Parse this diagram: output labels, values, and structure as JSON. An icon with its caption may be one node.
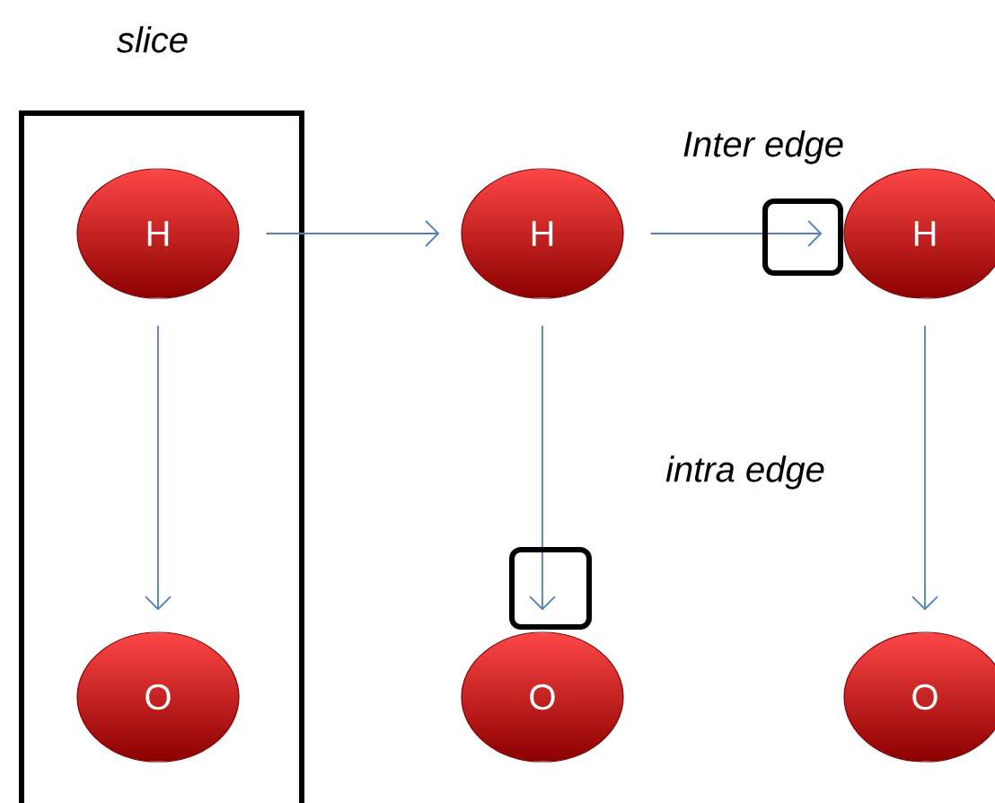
{
  "diagram": {
    "nodes": [
      {
        "text": [
          "slice"
        ]
      },
      {
        "text": [
          "H"
        ],
        "in": 0
      },
      {
        "text": [
          "O"
        ],
        "in": 0
      },
      {
        "text": [
          "H"
        ]
      },
      {
        "text": [
          "O"
        ]
      },
      {
        "text": [
          "H"
        ]
      },
      {
        "text": [
          "O"
        ]
      }
    ],
    "edges": [
      {
        "from": 1,
        "to": 3,
        "arrow": "to"
      },
      {
        "from": 3,
        "to": 5,
        "arrow": "to"
      },
      {
        "from": 1,
        "to": 2,
        "arrow": "to"
      },
      {
        "from": 3,
        "to": 4,
        "arrow": "to"
      },
      {
        "from": 5,
        "to": 6,
        "arrow": "to"
      }
    ],
    "labels": [
      "Inter edge",
      "intra edge"
    ]
  }
}
